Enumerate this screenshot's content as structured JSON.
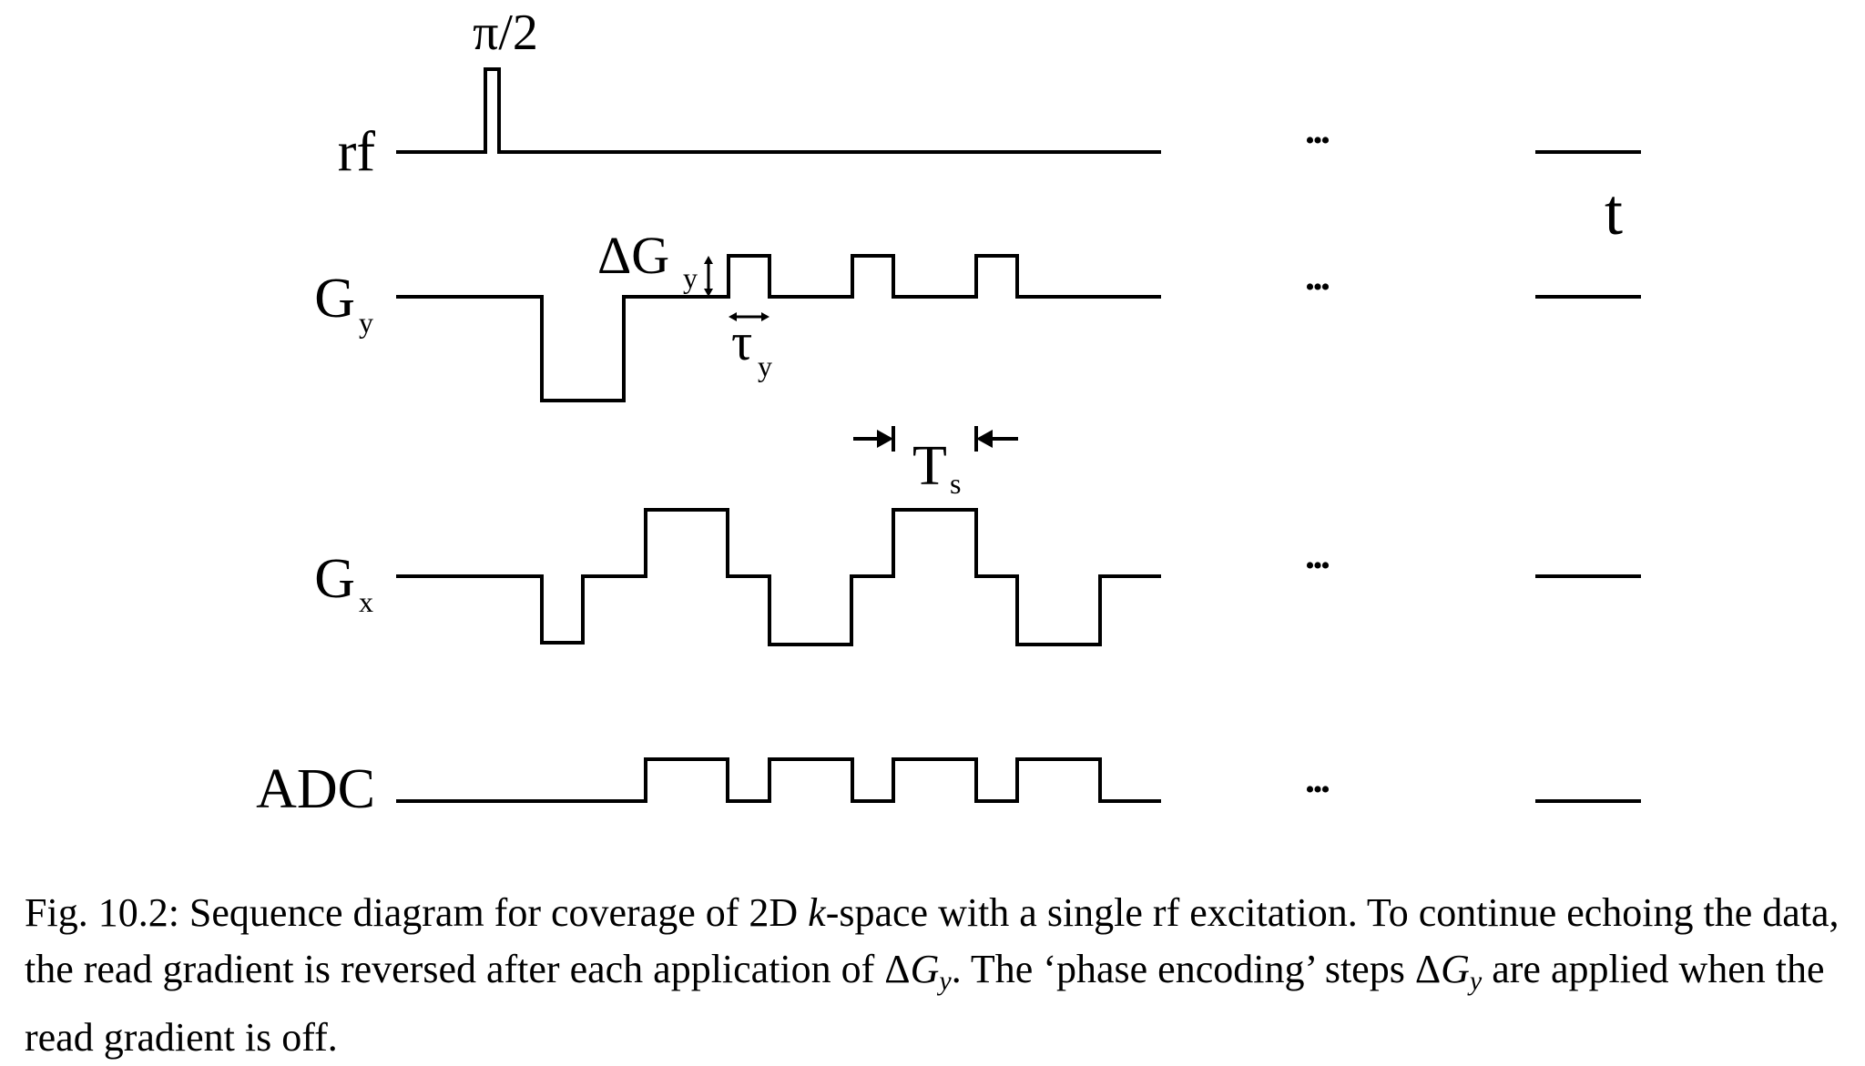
{
  "diagram": {
    "rf_pulse_label": "π/2",
    "time_axis_label": "t",
    "ellipsis": "•••",
    "delta_gy_label": "ΔG",
    "delta_gy_sub": "y",
    "tau_label": "τ",
    "tau_sub": "y",
    "ts_label": "T",
    "ts_sub": "s",
    "rows": [
      {
        "key": "rf",
        "label": "rf",
        "sub": ""
      },
      {
        "key": "gy",
        "label": "G",
        "sub": "y"
      },
      {
        "key": "gx",
        "label": "G",
        "sub": "x"
      },
      {
        "key": "adc",
        "label": "ADC",
        "sub": ""
      }
    ]
  },
  "caption": {
    "lead": "Fig. 10.2: Sequence diagram for coverage of 2D ",
    "k": "k",
    "part2": "-space with a single rf excitation. To continue echoing the data, the read gradient is reversed after each application of Δ",
    "G1": "G",
    "y1": "y",
    "part3": ". The ‘phase encoding’ steps Δ",
    "G2": "G",
    "y2": "y",
    "part4": " are applied when the read gradient is off."
  }
}
